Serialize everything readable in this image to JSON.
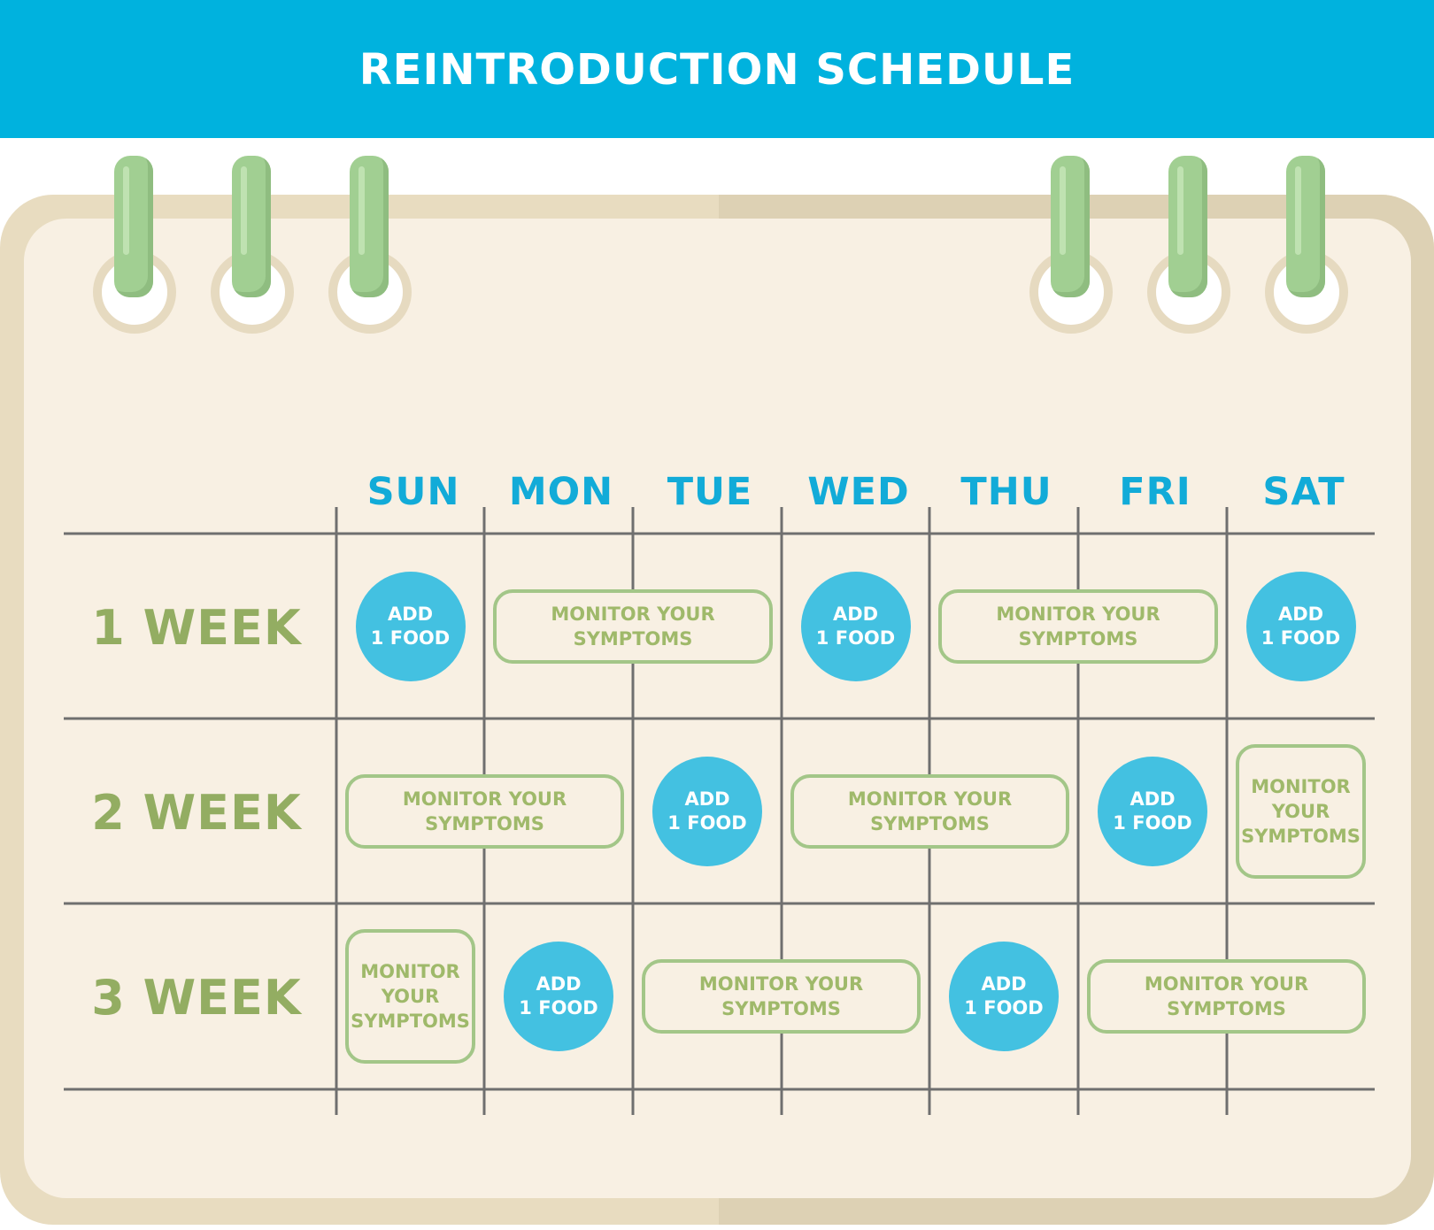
{
  "title": "REINTRODUCTION SCHEDULE",
  "colors": {
    "header": "#00b2de",
    "day_labels": "#12abd8",
    "week_labels": "#93ad62",
    "add_food_circle": "#43c1e1",
    "monitor_border": "#a3c688",
    "page": "#f8f0e3",
    "calendar_frame": "#e8dcc0",
    "rings_posts": "#a1cf92",
    "grid_lines": "#6f6f6f"
  },
  "days": [
    "SUN",
    "MON",
    "TUE",
    "WED",
    "THU",
    "FRI",
    "SAT"
  ],
  "weeks": [
    "1 WEEK",
    "2 WEEK",
    "3 WEEK"
  ],
  "labels": {
    "add": "ADD\n1 FOOD",
    "monitor": "MONITOR YOUR\nSYMPTOMS",
    "monitor_narrow": "MONITOR\nYOUR\nSYMPTOMS"
  },
  "schedule": [
    [
      {
        "type": "add",
        "start": "SUN",
        "end": "SUN"
      },
      {
        "type": "monitor",
        "start": "MON",
        "end": "TUE"
      },
      {
        "type": "add",
        "start": "WED",
        "end": "WED"
      },
      {
        "type": "monitor",
        "start": "THU",
        "end": "FRI"
      },
      {
        "type": "add",
        "start": "SAT",
        "end": "SAT"
      }
    ],
    [
      {
        "type": "monitor",
        "start": "SUN",
        "end": "MON"
      },
      {
        "type": "add",
        "start": "TUE",
        "end": "TUE"
      },
      {
        "type": "monitor",
        "start": "WED",
        "end": "THU"
      },
      {
        "type": "add",
        "start": "FRI",
        "end": "FRI"
      },
      {
        "type": "monitor",
        "start": "SAT",
        "end": "SAT"
      }
    ],
    [
      {
        "type": "monitor",
        "start": "SUN",
        "end": "SUN"
      },
      {
        "type": "add",
        "start": "MON",
        "end": "MON"
      },
      {
        "type": "monitor",
        "start": "TUE",
        "end": "WED"
      },
      {
        "type": "add",
        "start": "THU",
        "end": "THU"
      },
      {
        "type": "monitor",
        "start": "FRI",
        "end": "SAT"
      }
    ]
  ]
}
